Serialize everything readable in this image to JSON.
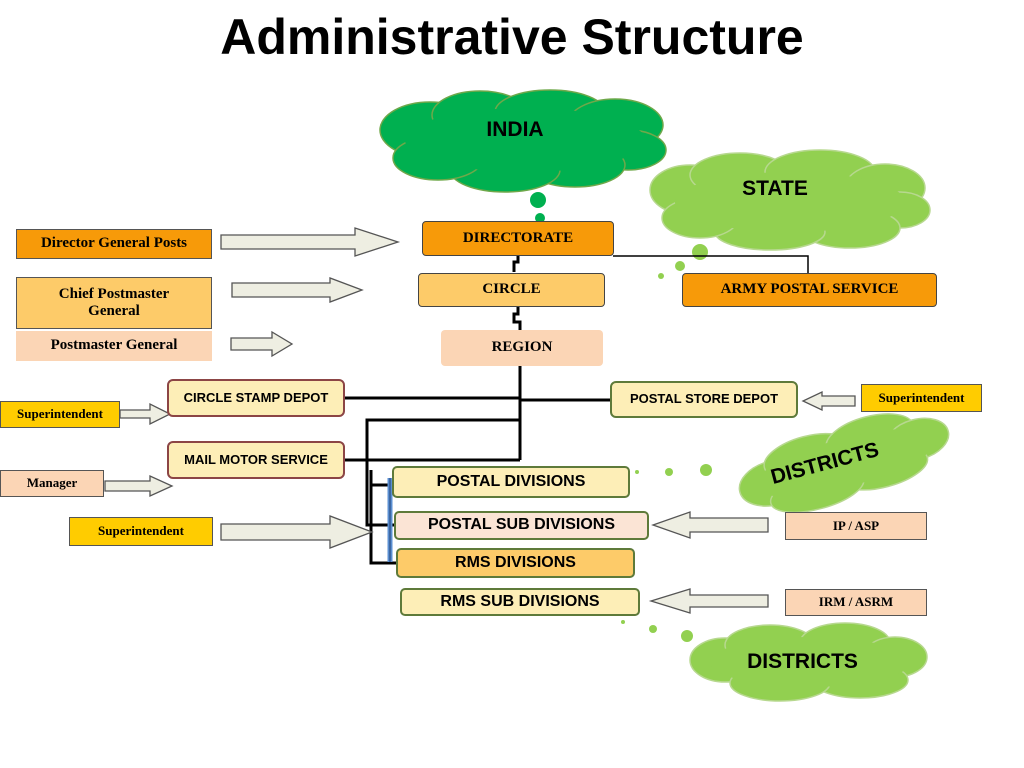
{
  "title": "Administrative Structure",
  "colors": {
    "cloud_dark": "#00b050",
    "cloud_light": "#92d050",
    "orange_dark": "#f79a09",
    "orange_light": "#fdcb69",
    "peach": "#fbd5b5",
    "yellow": "#ffcc00",
    "cream": "#fdeeb7",
    "arrow_fill": "#eeeee2"
  },
  "clouds": {
    "india": "INDIA",
    "state": "STATE",
    "districts_top": "DISTRICTS",
    "districts_bottom": "DISTRICTS"
  },
  "hierarchy": {
    "directorate": "DIRECTORATE",
    "circle": "CIRCLE",
    "army_postal_service": "ARMY POSTAL SERVICE",
    "region": "REGION",
    "circle_stamp_depot": "CIRCLE STAMP DEPOT",
    "postal_store_depot": "POSTAL STORE DEPOT",
    "mail_motor_service": "MAIL MOTOR SERVICE",
    "postal_divisions": "POSTAL DIVISIONS",
    "postal_sub_divisions": "POSTAL SUB DIVISIONS",
    "rms_divisions": "RMS DIVISIONS",
    "rms_sub_divisions": "RMS SUB DIVISIONS"
  },
  "officers": {
    "director_general": "Director General Posts",
    "chief_postmaster_general": "Chief Postmaster General",
    "postmaster_general": "Postmaster General",
    "superintendent_stamp": "Superintendent",
    "manager": "Manager",
    "superintendent_left": "Superintendent",
    "superintendent_store": "Superintendent",
    "ip_asp": "IP / ASP",
    "irm_asrm": "IRM / ASRM"
  }
}
